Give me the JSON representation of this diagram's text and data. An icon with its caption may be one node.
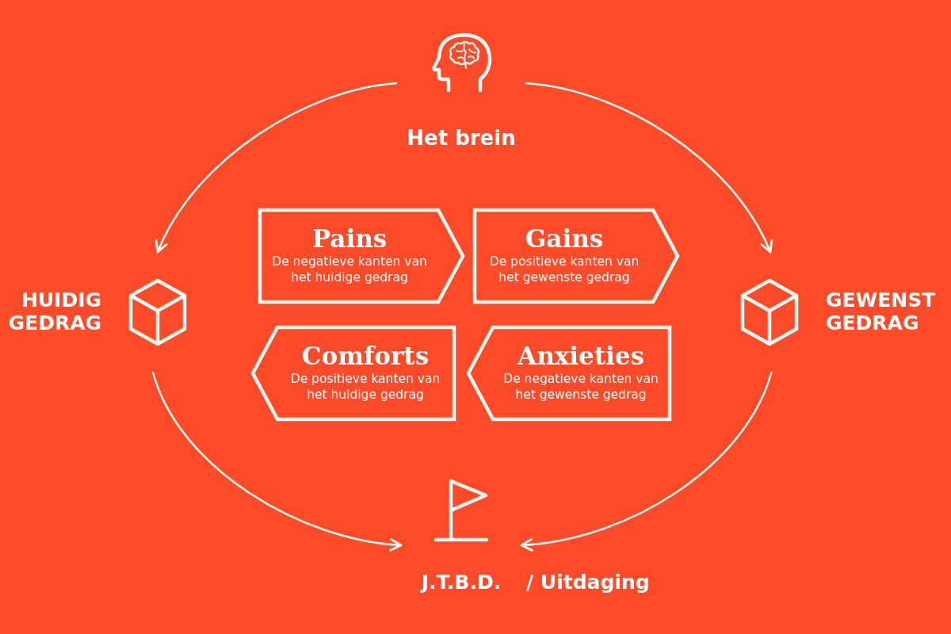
{
  "diagram": {
    "nodes": [
      {
        "text": [
          "Het brein"
        ]
      },
      {
        "text": [
          "HUIDIG GEDRAG"
        ]
      },
      {
        "text": [
          "GEWENST GEDRAG"
        ]
      },
      {
        "text": [
          "Pains",
          "De negatieve kanten van het huidige gedrag"
        ]
      },
      {
        "text": [
          "Gains",
          "De positieve kanten van het gewenste gedrag"
        ]
      },
      {
        "text": [
          "Comforts",
          "De positieve kanten van het huldige gedrag"
        ]
      },
      {
        "text": [
          "Anxieties",
          "De negatieve kanten van het gewenste gedrag"
        ]
      },
      {
        "text": [
          "J.T.B.D."
        ],
        "beside": [
          "/ Uitdaging"
        ]
      }
    ],
    "edges": [
      {
        "from": 0,
        "to": 1,
        "arrow": "to"
      },
      {
        "from": 0,
        "to": 2,
        "arrow": "to"
      },
      {
        "from": 1,
        "to": 7,
        "arrow": "to"
      },
      {
        "from": 2,
        "to": 7,
        "arrow": "to"
      }
    ]
  }
}
